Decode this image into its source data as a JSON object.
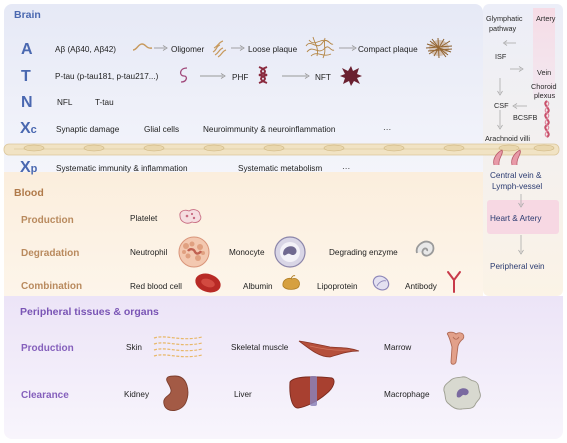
{
  "brain": {
    "title": "Brain",
    "A": {
      "letter": "A",
      "text": "Aβ (Aβ40, Aβ42)",
      "oligomer": "Oligomer",
      "loose": "Loose plaque",
      "compact": "Compact plaque"
    },
    "T": {
      "letter": "T",
      "text": "P-tau (p-tau181, p-tau217...)",
      "phf": "PHF",
      "nft": "NFT"
    },
    "N": {
      "letter": "N",
      "nfl": "NFL",
      "ttau": "T-tau"
    },
    "Xc": {
      "letter": "X",
      "sub": "c",
      "synaptic": "Synaptic damage",
      "glial": "Glial cells",
      "neuro": "Neuroimmunity & neuroinflammation",
      "ellipsis": "···"
    },
    "Xp": {
      "letter": "X",
      "sub": "p",
      "immunity": "Systematic immunity & inflammation",
      "metabolism": "Systematic metabolism",
      "ellipsis": "···"
    }
  },
  "blood": {
    "title": "Blood",
    "production": {
      "label": "Production",
      "platelet": "Platelet"
    },
    "degradation": {
      "label": "Degradation",
      "neutrophil": "Neutrophil",
      "monocyte": "Monocyte",
      "enzyme": "Degrading enzyme"
    },
    "combination": {
      "label": "Combination",
      "rbc": "Red blood cell",
      "albumin": "Albumin",
      "lipoprotein": "Lipoprotein",
      "antibody": "Antibody"
    }
  },
  "peripheral": {
    "title": "Peripheral tissues & organs",
    "production": {
      "label": "Production",
      "skin": "Skin",
      "muscle": "Skeletal muscle",
      "marrow": "Marrow"
    },
    "clearance": {
      "label": "Clearance",
      "kidney": "Kidney",
      "liver": "Liver",
      "macrophage": "Macrophage"
    }
  },
  "right": {
    "glymphatic1": "Glymphatic",
    "glymphatic2": "pathway",
    "artery": "Artery",
    "isf": "ISF",
    "vein": "Vein",
    "choroid1": "Choroid",
    "choroid2": "plexus",
    "csf": "CSF",
    "bcsfb": "BCSFB",
    "arachnoid": "Arachnoid villi",
    "central1": "Central vein &",
    "central2": "Lymph-vessel",
    "heart": "Heart & Artery",
    "pvein": "Peripheral vein"
  },
  "colors": {
    "brain_bg": "#eef0f9",
    "blood_bg": "#fdf3e4",
    "peripheral_bg": "#f3eefa",
    "brain_title": "#4a68b0",
    "blood_title": "#b07a4a",
    "peripheral_title": "#7a55b5",
    "heart_box": "#f7d6e2"
  }
}
